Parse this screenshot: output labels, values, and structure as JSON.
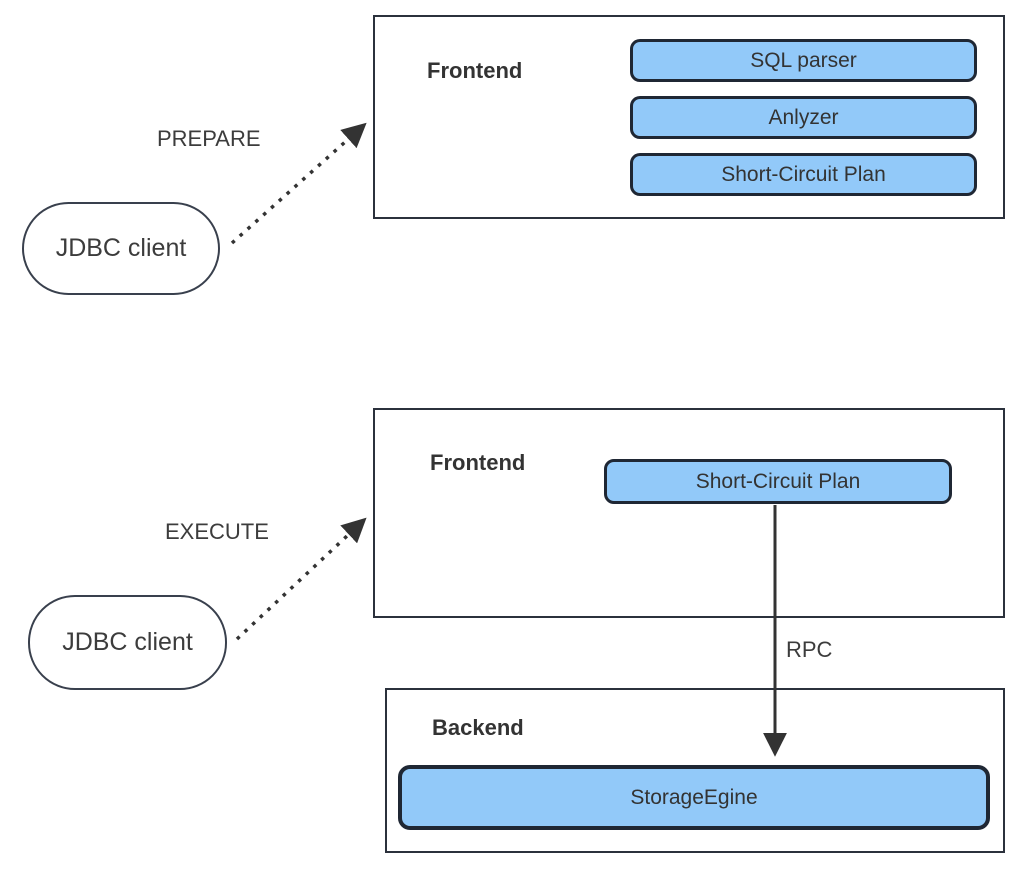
{
  "colors": {
    "component_fill": "#92C9F9",
    "component_border": "#1F2734",
    "container_border": "#2B313C",
    "text": "#3C3C3C",
    "arrow": "#333333",
    "background": "#FFFFFF"
  },
  "prepare_flow": {
    "client_label": "JDBC client",
    "arrow_label": "PREPARE",
    "container_label": "Frontend",
    "components": [
      "SQL parser",
      "Anlyzer",
      "Short-Circuit Plan"
    ]
  },
  "execute_flow": {
    "client_label": "JDBC client",
    "arrow_label": "EXECUTE",
    "frontend_label": "Frontend",
    "frontend_component": "Short-Circuit Plan",
    "rpc_label": "RPC",
    "backend_label": "Backend",
    "backend_component": "StorageEgine"
  }
}
